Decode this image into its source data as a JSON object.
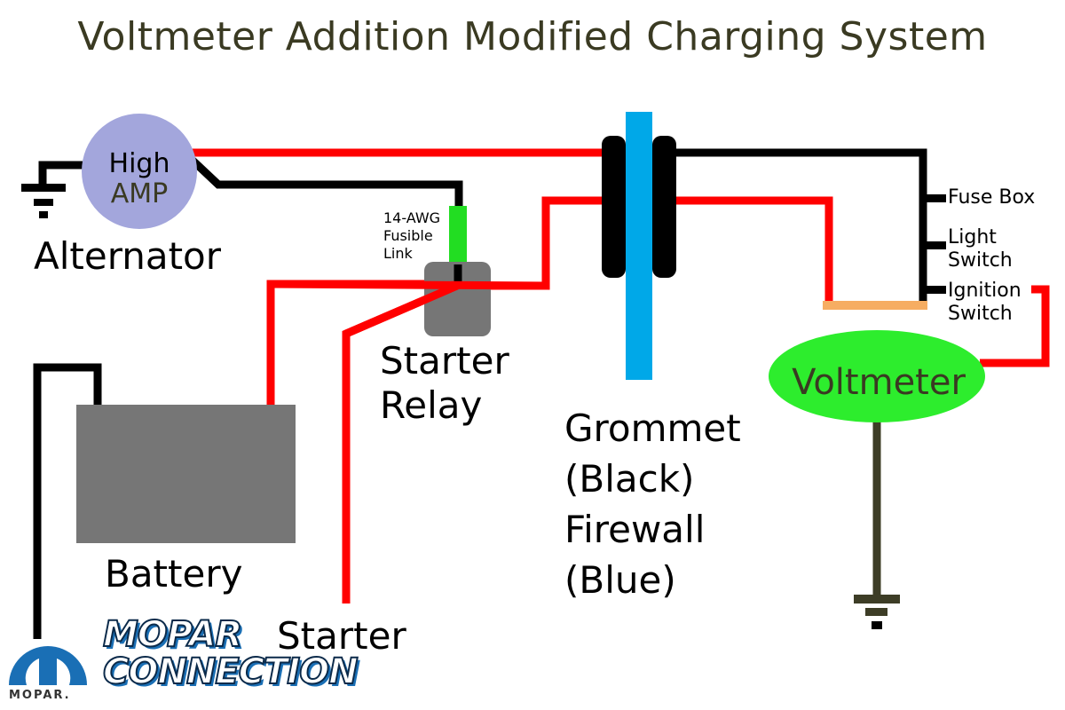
{
  "title": "Voltmeter Addition Modified Charging System",
  "colors": {
    "positive_wire": "#ff0000",
    "ground_wire": "#000000",
    "voltmeter_ground_wire": "#3d3d26",
    "fusible_link": "#22dd22",
    "alternator": "#a3a6dc",
    "starter_relay": "#767676",
    "battery": "#767676",
    "grommet": "#000000",
    "firewall": "#00a8e8",
    "voltmeter": "#2ded2d",
    "splice": "#f6ad62",
    "title_text": "#3a3a22",
    "logo_blue": "#1a6fb5"
  },
  "components": {
    "alternator": {
      "label_line1": "High",
      "label_line2": "AMP",
      "name": "Alternator"
    },
    "fusible_link": {
      "line1": "14-AWG",
      "line2": "Fusible",
      "line3": "Link"
    },
    "starter_relay": {
      "line1": "Starter",
      "line2": "Relay"
    },
    "grommet": {
      "line1": "Grommet",
      "line2": "(Black)",
      "line3": "Firewall",
      "line4": "(Blue)"
    },
    "battery": {
      "name": "Battery"
    },
    "starter": {
      "name": "Starter"
    },
    "voltmeter": {
      "name": "Voltmeter"
    },
    "taps": [
      {
        "line1": "Fuse Box",
        "line2": ""
      },
      {
        "line1": "Light",
        "line2": "Switch"
      },
      {
        "line1": "Ignition",
        "line2": "Switch"
      }
    ]
  },
  "logo": {
    "brand_line1": "MOPAR",
    "brand_line2": "CONNECTION",
    "mopar_wordmark": "MOPAR."
  }
}
